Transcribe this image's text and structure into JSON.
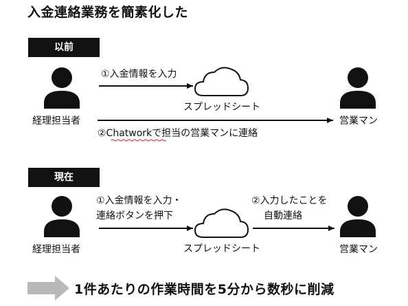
{
  "title": "入金連絡業務を簡素化した",
  "before": {
    "label": "以前",
    "accounting": "経理担当者",
    "step1": "①入金情報を入力",
    "sheet": "スプレッドシート",
    "step2": "②Chatworkで担当の営業マンに連絡",
    "sales": "営業マン"
  },
  "now": {
    "label": "現在",
    "step1_line1": "①入金情報を入力・",
    "step1_line2": "連絡ボタンを押下",
    "step2_line1": "②入力したことを",
    "step2_line2": "自動連絡",
    "sheet": "スプレッドシート",
    "accounting": "経理担当者",
    "sales": "営業マン"
  },
  "result": "1件あたりの作業時間を5分から数秒に削減",
  "colors": {
    "ink": "#111111",
    "arrow_gray": "#b9b9b9",
    "underline_red": "#d02020"
  }
}
